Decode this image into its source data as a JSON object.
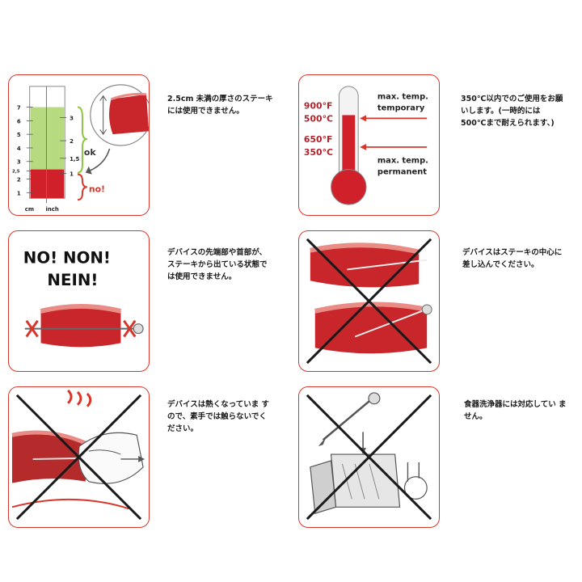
{
  "panels": [
    {
      "text": "2.5cm 未満の厚さのステーキ\nには使用できません。",
      "ruler_cm": [
        "7",
        "6",
        "5",
        "4",
        "3",
        "2,5",
        "2",
        "1"
      ],
      "ruler_inch": [
        "3",
        "2",
        "1,5",
        "1"
      ],
      "unit_cm": "cm",
      "unit_inch": "inch",
      "ok_label": "ok",
      "no_label": "no!"
    },
    {
      "text": "350℃以内でのご使用をお願\nいします。(一時的には\n500℃まで耐えられます、)",
      "temp_high_f": "900°F",
      "temp_high_c": "500°C",
      "temp_low_f": "650°F",
      "temp_low_c": "350°C",
      "max_temporary_1": "max. temp.",
      "max_temporary_2": "temporary",
      "max_permanent_1": "max. temp.",
      "max_permanent_2": "permanent"
    },
    {
      "text": "デバイスの先端部や首部が、\nステーキから出ている状態で\nは使用できません。",
      "no_line1": "NO!  NON!",
      "no_line2": "NEIN!"
    },
    {
      "text": "デバイスはステーキの中心に\n差し込んでください。"
    },
    {
      "text": "デバイスは熱くなっていま す\nので、素手では触らないでく\nださい。"
    },
    {
      "text": "食器洗浄器には対応してい ま\nせん。"
    }
  ],
  "colors": {
    "accent": "#d9362b",
    "meat": "#c8262a",
    "meat_light": "#e98c86",
    "green": "#8cc63f",
    "cross": "#1a1a1a"
  }
}
